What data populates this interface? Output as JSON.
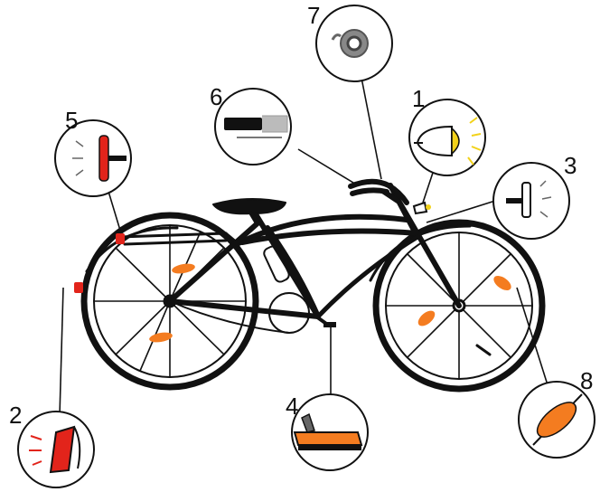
{
  "callouts": [
    {
      "number": "1",
      "part": "front-light"
    },
    {
      "number": "2",
      "part": "rear-reflector"
    },
    {
      "number": "3",
      "part": "front-reflector"
    },
    {
      "number": "4",
      "part": "pedal-reflector"
    },
    {
      "number": "5",
      "part": "rear-light"
    },
    {
      "number": "6",
      "part": "handlebar-grip"
    },
    {
      "number": "7",
      "part": "bell"
    },
    {
      "number": "8",
      "part": "wheel-reflector"
    }
  ],
  "colors": {
    "line": "#111111",
    "reflector_orange": "#f47c20",
    "light_yellow": "#f2d21a",
    "red": "#e2241b",
    "gray": "#9a9a9a"
  }
}
